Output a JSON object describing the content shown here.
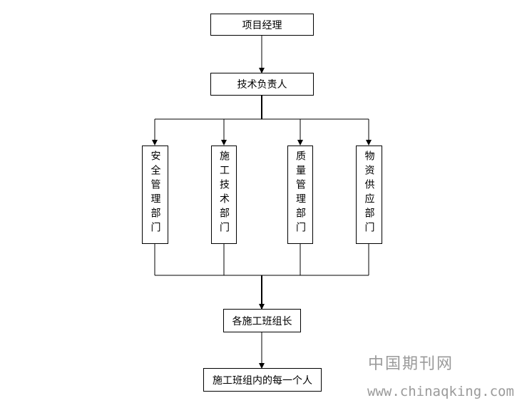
{
  "nodes": {
    "manager": "项目经理",
    "tech_lead": "技术负责人",
    "dept_safety": "安全管理部门",
    "dept_construction": "施工技术部门",
    "dept_quality": "质量管理部门",
    "dept_materials": "物资供应部门",
    "team_leaders": "各施工班组长",
    "team_members": "施工班组内的每一个人"
  },
  "watermark": {
    "name": "中国期刊网",
    "url": "www.chinaqking.com"
  }
}
